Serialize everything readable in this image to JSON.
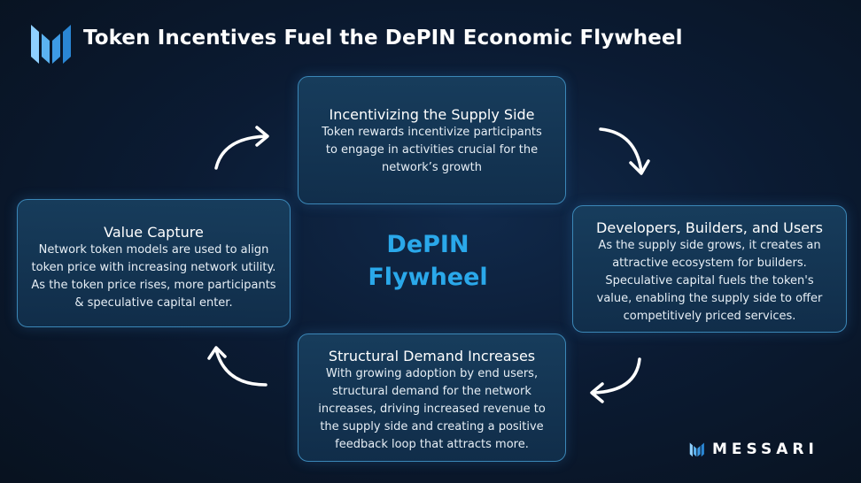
{
  "header": {
    "title": "Token Incentives Fuel the DePIN Economic Flywheel"
  },
  "center": {
    "line1": "DePIN",
    "line2": "Flywheel"
  },
  "cards": {
    "supply": {
      "title": "Incentivizing the Supply Side",
      "body": "Token rewards incentivize participants to engage in activities crucial for the network’s growth"
    },
    "developers": {
      "title": "Developers, Builders, and Users",
      "body": "As the supply side grows, it creates an attractive ecosystem for builders. Speculative capital fuels the token's value, enabling the supply side to offer competitively priced services."
    },
    "demand": {
      "title": "Structural Demand Increases",
      "body": "With growing adoption by end users, structural demand for the network increases, driving increased revenue to the supply side and creating a positive feedback loop that attracts more."
    },
    "value": {
      "title": "Value Capture",
      "body": "Network token models are used to align token price with increasing network utility. As the token price rises, more participants & speculative capital enter."
    }
  },
  "brand": {
    "name": "MESSARI"
  },
  "colors": {
    "background": "#0b1b33",
    "accent": "#2aa8ea",
    "card_border": "#3b87b7",
    "logo_light": "#8fd0ff",
    "logo_dark": "#2a86d4"
  },
  "icons": [
    "messari-logo-icon",
    "curved-arrow-icon"
  ]
}
